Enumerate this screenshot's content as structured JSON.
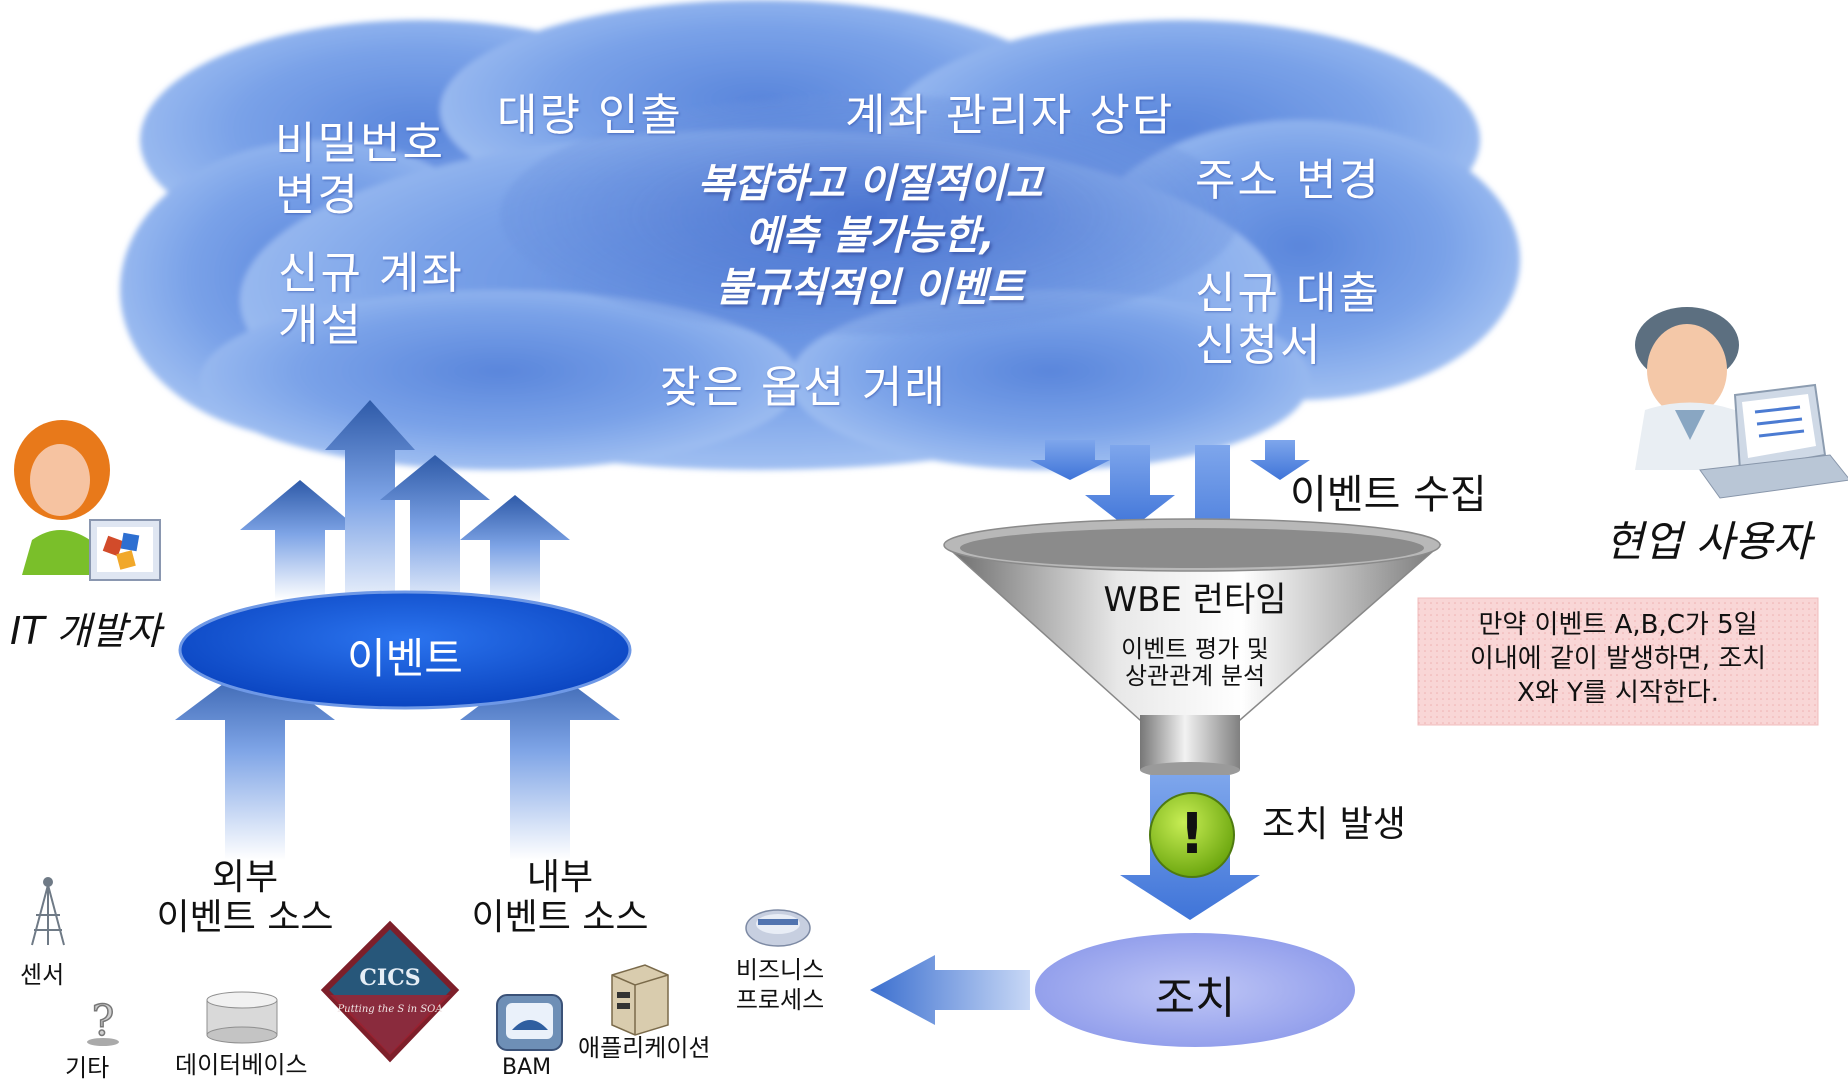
{
  "cloud": {
    "items": [
      "비밀번호",
      "변경",
      "대량 인출",
      "계좌 관리자 상담",
      "주소 변경",
      "신규 계좌",
      "개설",
      "신규 대출",
      "신청서",
      "잦은 옵션 거래"
    ],
    "center_lines": [
      "복잡하고 이질적이고",
      "예측 불가능한,",
      "불규칙적인 이벤트"
    ]
  },
  "actors": {
    "developer": "IT 개발자",
    "business_user": "현업 사용자"
  },
  "event_hub": "이벤트",
  "sources": {
    "external": [
      "외부",
      "이벤트 소스"
    ],
    "internal": [
      "내부",
      "이벤트 소스"
    ]
  },
  "source_items": {
    "sensor": "센서",
    "other": "기타",
    "database": "데이터베이스",
    "cics_top": "CICS",
    "cics_sub": "Putting the S in SOA",
    "bam": "BAM",
    "application": "애플리케이션",
    "business_process": [
      "비즈니스",
      "프로세스"
    ]
  },
  "collection": "이벤트 수집",
  "funnel": {
    "title": "WBE 런타임",
    "sub": [
      "이벤트 평가 및",
      "상관관계 분석"
    ]
  },
  "rule": [
    "만약 이벤트 A,B,C가 5일",
    "이내에 같이 발생하면, 조치",
    "X와 Y를 시작한다."
  ],
  "alert": {
    "symbol": "!",
    "label": "조치 발생"
  },
  "action": "조치",
  "colors": {
    "cloud": "#8fb4ee",
    "arrow": "#4a78c8",
    "hub": "#1157d6",
    "action": "#a9b2f2",
    "rule_bg": "#f8d2d2",
    "alert": "#9ccd20"
  }
}
